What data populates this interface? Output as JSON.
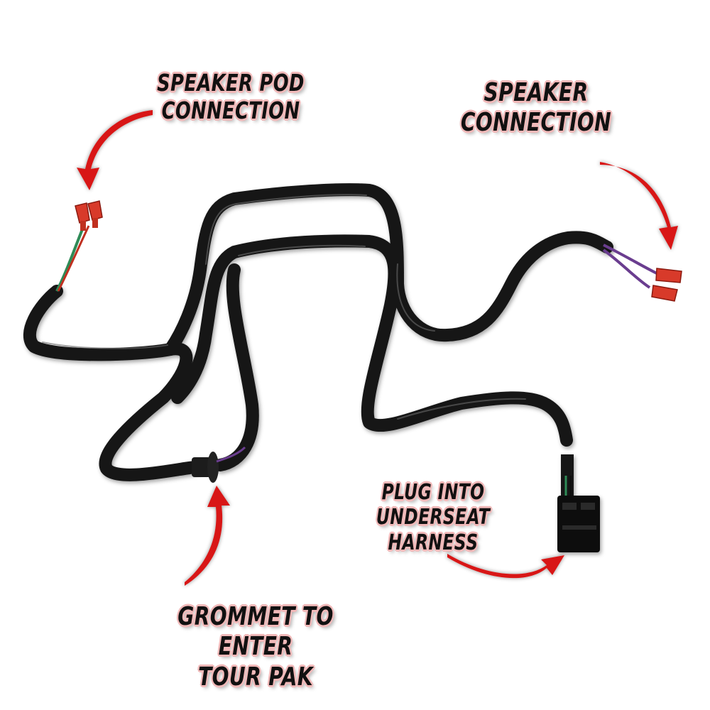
{
  "labels": {
    "speaker_pod": {
      "line1": "SPEAKER POD",
      "line2": "CONNECTION"
    },
    "speaker": {
      "line1": "SPEAKER",
      "line2": "CONNECTION"
    },
    "plug": {
      "line1": "PLUG INTO UNDERSEAT",
      "line2": "HARNESS"
    },
    "grommet": {
      "line1": "GROMMET TO ENTER",
      "line2": "TOUR PAK"
    }
  },
  "colors": {
    "cable": "#141414",
    "arrow": "#d81818",
    "terminal": "#d83a2a",
    "wire_green": "#2e8b57",
    "wire_purple": "#6a3d8f",
    "label_glow": "#f1b9b9"
  },
  "icons": {
    "arrows": [
      "curved-arrow-icon"
    ],
    "connectors": [
      "spade-terminal-icon",
      "multi-pin-plug-icon",
      "grommet-icon"
    ]
  }
}
